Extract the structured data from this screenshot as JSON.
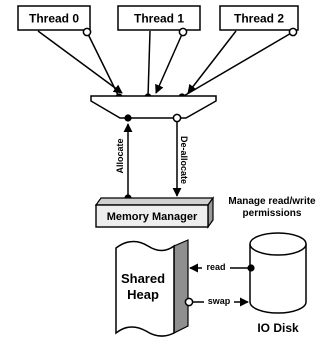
{
  "threads": [
    {
      "label": "Thread 0"
    },
    {
      "label": "Thread 1"
    },
    {
      "label": "Thread 2"
    }
  ],
  "memory_manager": {
    "label": "Memory Manager"
  },
  "allocate_label": "Allocate",
  "deallocate_label": "De-allocate",
  "permissions_note": {
    "line1": "Manage read/write",
    "line2": "permissions"
  },
  "shared_heap": {
    "line1": "Shared",
    "line2": "Heap"
  },
  "io_disk": {
    "label": "IO Disk"
  },
  "read_label": "read",
  "swap_label": "swap",
  "colors": {
    "stroke": "#000000",
    "box_fill": "#ffffff",
    "block_shadow": "#9a9a9a",
    "mm_face": "#eeeeee"
  }
}
